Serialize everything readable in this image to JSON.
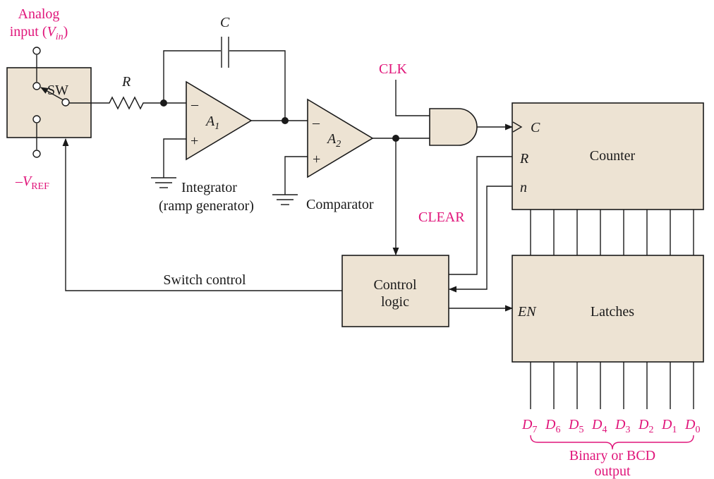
{
  "labels": {
    "analog_line1": "Analog",
    "analog_line2_pre": "input (",
    "analog_V": "V",
    "analog_sub": "in",
    "analog_post": ")",
    "vref_minus": "–",
    "vref_V": "V",
    "vref_sub": "REF",
    "sw": "SW",
    "R": "R",
    "C": "C",
    "A1": "A",
    "A1_sub": "1",
    "A2": "A",
    "A2_sub": "2",
    "minus": "–",
    "plus": "+",
    "integrator_1": "Integrator",
    "integrator_2": "(ramp generator)",
    "comparator": "Comparator",
    "clk": "CLK",
    "clear": "CLEAR",
    "switch_control": "Switch control",
    "control_1": "Control",
    "control_2": "logic",
    "counter": "Counter",
    "counter_C": "C",
    "counter_R": "R",
    "counter_n": "n",
    "latches": "Latches",
    "en": "EN",
    "output_1": "Binary or BCD",
    "output_2": "output",
    "d": "D",
    "d_subs": [
      "7",
      "6",
      "5",
      "4",
      "3",
      "2",
      "1",
      "0"
    ]
  },
  "colors": {
    "accent": "#e0157a",
    "block_fill": "#ede3d3",
    "line": "#1a1a1a"
  }
}
